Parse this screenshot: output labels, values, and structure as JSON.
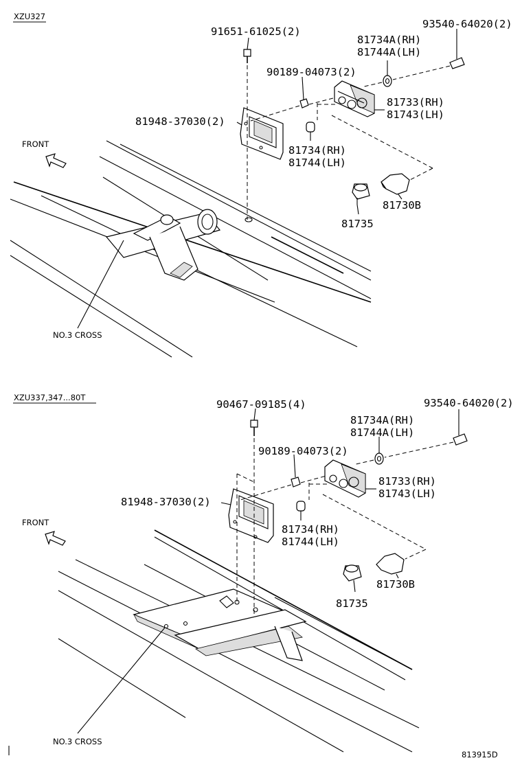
{
  "top": {
    "model": "XZU327",
    "front": "FRONT",
    "cross": "NO.3 CROSS",
    "p_bolt": "91651-61025(2)",
    "p_screw": "93540-64020(2)",
    "p_washer_rh": "81734A(RH)",
    "p_washer_lh": "81744A(LH)",
    "p_nut": "90189-04073(2)",
    "p_lamp_rh": "81733(RH)",
    "p_lamp_lh": "81743(LH)",
    "p_bracket": "81948-37030(2)",
    "p_cushion_rh": "81734(RH)",
    "p_cushion_lh": "81744(LH)",
    "p_bulb": "81730B",
    "p_socket": "81735"
  },
  "bottom": {
    "model": "XZU337,347...80T",
    "front": "FRONT",
    "cross": "NO.3 CROSS",
    "p_bolt": "90467-09185(4)",
    "p_screw": "93540-64020(2)",
    "p_washer_rh": "81734A(RH)",
    "p_washer_lh": "81744A(LH)",
    "p_nut": "90189-04073(2)",
    "p_lamp_rh": "81733(RH)",
    "p_lamp_lh": "81743(LH)",
    "p_bracket": "81948-37030(2)",
    "p_cushion_rh": "81734(RH)",
    "p_cushion_lh": "81744(LH)",
    "p_bulb": "81730B",
    "p_socket": "81735"
  },
  "footer": {
    "drawing_no": "813915D"
  }
}
